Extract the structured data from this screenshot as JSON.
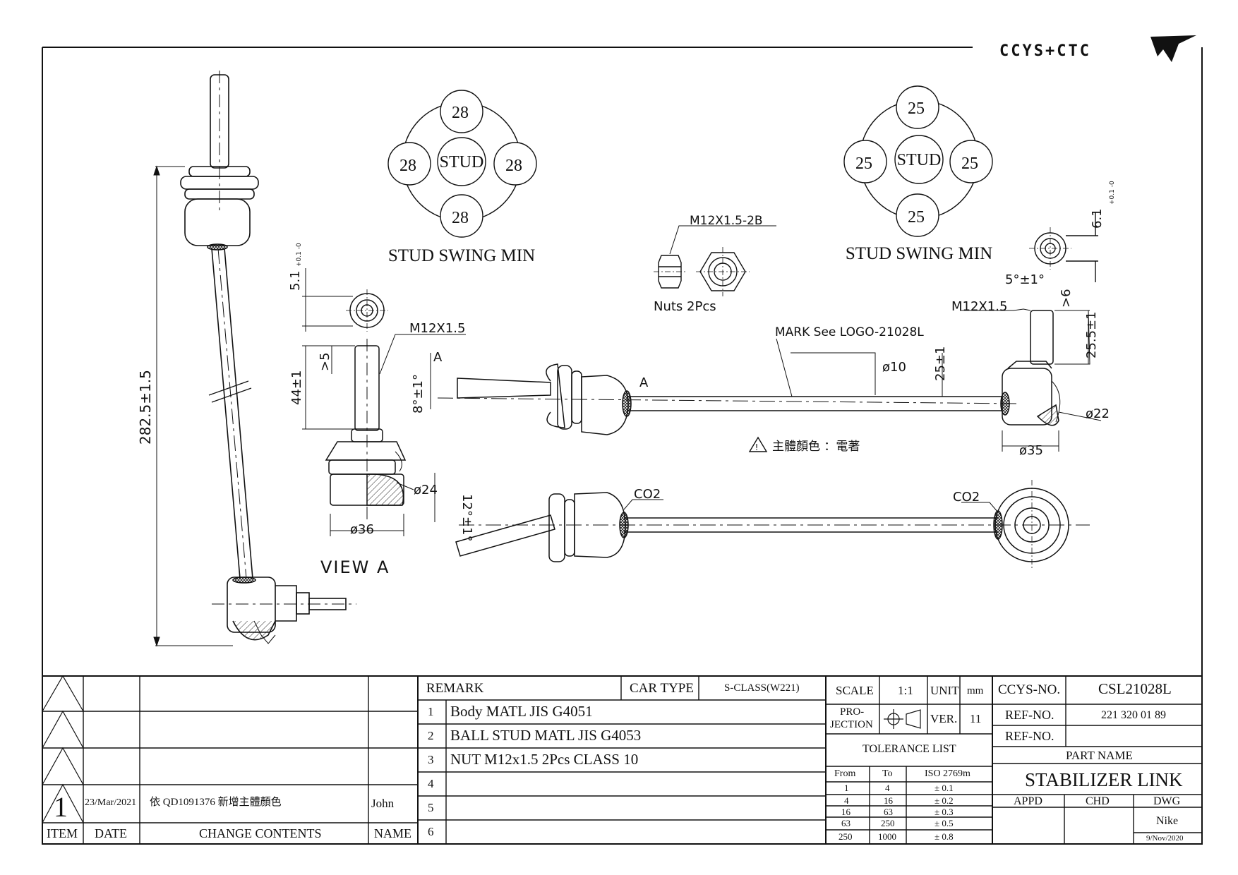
{
  "brand": {
    "logo_text": "CCYS+CTC"
  },
  "views": {
    "view_a_label": "VIEW A",
    "section_mark_a": "A",
    "nuts_label": "Nuts 2Pcs",
    "mark_note": "MARK See LOGO-21028L",
    "color_note": "主體顏色 ：電著"
  },
  "swing_left": {
    "caption": "STUD SWING MIN",
    "center": "STUD",
    "top": "28",
    "left": "28",
    "right": "28",
    "bottom": "28"
  },
  "swing_right": {
    "caption": "STUD SWING MIN",
    "center": "STUD",
    "top": "25",
    "left": "25",
    "right": "25",
    "bottom": "25"
  },
  "dimensions": {
    "overall_length": "282.5±1.5",
    "thread_left": "M12X1.5",
    "thread_right": "M12X1.5",
    "nut_thread": "M12X1.5-2B",
    "hex_depth_left": "5.1",
    "hex_depth_left_tol": "+0.1 -0",
    "stud_length": "44±1",
    "hex_min_left": ">5",
    "housing_dia_left": "ø36",
    "ball_dia_left": "ø24",
    "angle_8": "8°±1°",
    "angle_12": "12°±1°",
    "bar_dia": "ø10",
    "offset_25": "25±1",
    "stud_height_right": "25.5±1",
    "hex_min_right": ">6",
    "angle_5": "5°±1°",
    "ball_dia_right": "ø22",
    "housing_dia_right": "ø35",
    "hex_depth_right": "6.1",
    "hex_depth_right_tol": "+0.1 -0",
    "chamfer_left": "CO2",
    "chamfer_right": "CO2"
  },
  "revision": {
    "rows": [
      {
        "item": "",
        "date": "",
        "content": "",
        "name": ""
      },
      {
        "item": "",
        "date": "",
        "content": "",
        "name": ""
      },
      {
        "item": "",
        "date": "",
        "content": "",
        "name": ""
      },
      {
        "item": "1",
        "date": "23/Mar/2021",
        "content": "依 QD1091376 新增主體顏色",
        "name": "John"
      }
    ],
    "headers": {
      "item": "ITEM",
      "date": "DATE",
      "content": "CHANGE CONTENTS",
      "name": "NAME"
    }
  },
  "remarks": {
    "header": "REMARK",
    "car_type_label": "CAR TYPE",
    "car_type_value": "S-CLASS(W221)",
    "rows": [
      {
        "no": "1",
        "text": "Body MATL JIS G4051"
      },
      {
        "no": "2",
        "text": "BALL STUD MATL JIS G4053"
      },
      {
        "no": "3",
        "text": "NUT M12x1.5 2Pcs CLASS 10"
      },
      {
        "no": "4",
        "text": ""
      },
      {
        "no": "5",
        "text": ""
      },
      {
        "no": "6",
        "text": ""
      }
    ]
  },
  "scale_block": {
    "scale_label": "SCALE",
    "scale_value": "1:1",
    "unit_label": "UNIT",
    "unit_value": "mm",
    "projection_label_1": "PRO-",
    "projection_label_2": "JECTION",
    "ver_label": "VER.",
    "ver_value": "11",
    "tolerance_title": "TOLERANCE LIST",
    "tol_headers": {
      "from": "From",
      "to": "To",
      "iso": "ISO 2769m"
    },
    "tol_rows": [
      {
        "from": "1",
        "to": "4",
        "tol": "± 0.1"
      },
      {
        "from": "4",
        "to": "16",
        "tol": "± 0.2"
      },
      {
        "from": "16",
        "to": "63",
        "tol": "± 0.3"
      },
      {
        "from": "63",
        "to": "250",
        "tol": "± 0.5"
      },
      {
        "from": "250",
        "to": "1000",
        "tol": "± 0.8"
      }
    ]
  },
  "title_block": {
    "ccys_no_label": "CCYS-NO.",
    "ccys_no": "CSL21028L",
    "ref_no_label_1": "REF-NO.",
    "ref_no_1": "221 320 01 89",
    "ref_no_label_2": "REF-NO.",
    "ref_no_2": "",
    "part_name_label": "PART NAME",
    "part_name": "STABILIZER LINK",
    "appd_label": "APPD",
    "chd_label": "CHD",
    "dwg_label": "DWG",
    "dwg_name": "Nike",
    "dwg_date": "9/Nov/2020"
  }
}
